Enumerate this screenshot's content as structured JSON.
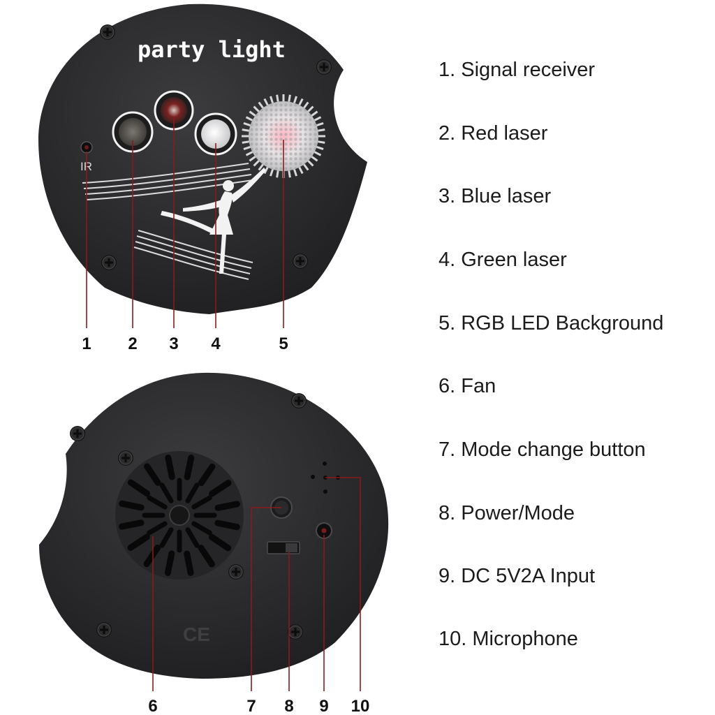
{
  "front": {
    "brand_text": "party light",
    "ir_label": "IR"
  },
  "back": {
    "ce_mark": "CE"
  },
  "callouts": [
    "1",
    "2",
    "3",
    "4",
    "5",
    "6",
    "7",
    "8",
    "9",
    "10"
  ],
  "legend": [
    "1. Signal receiver",
    "2. Red laser",
    "3. Blue laser",
    "4. Green laser",
    "5. RGB LED Background",
    "6. Fan",
    "7. Mode change button",
    "8. Power/Mode",
    "9. DC 5V2A Input",
    "10. Microphone"
  ],
  "colors": {
    "body": "#2d2d2f",
    "callout_line": "#8b1a1a",
    "background": "#ffffff"
  }
}
